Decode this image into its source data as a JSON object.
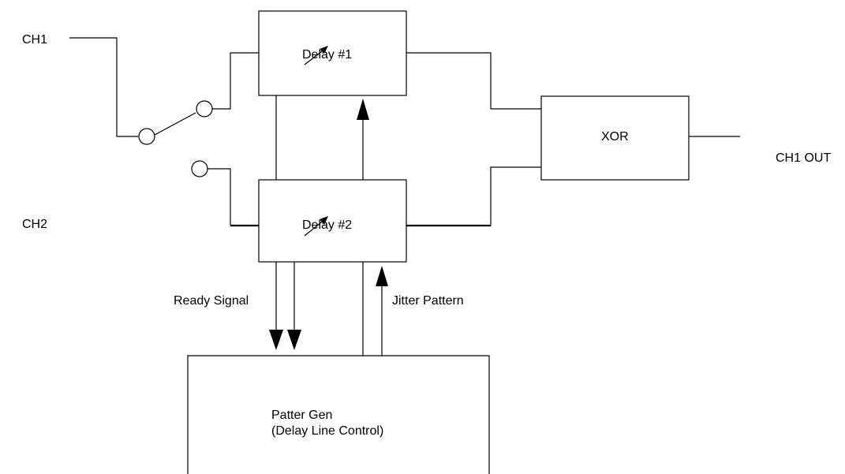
{
  "labels": {
    "ch1": "CH1",
    "ch2": "CH2",
    "ch1_out": "CH1 OUT",
    "ready_signal": "Ready Signal",
    "jitter_pattern": "Jitter Pattern"
  },
  "blocks": {
    "delay1": "Delay #1",
    "delay2": "Delay #2",
    "xor": "XOR",
    "pattern_gen_line1": "Patter Gen",
    "pattern_gen_line2": "(Delay Line Control)"
  },
  "icons": {
    "variable_delay": "adjustable-arrow-icon",
    "switch_terminal": "circle-node-icon",
    "signal_arrow": "triangle-arrow-icon"
  },
  "colors": {
    "stroke": "#000000",
    "background": "#ffffff"
  }
}
